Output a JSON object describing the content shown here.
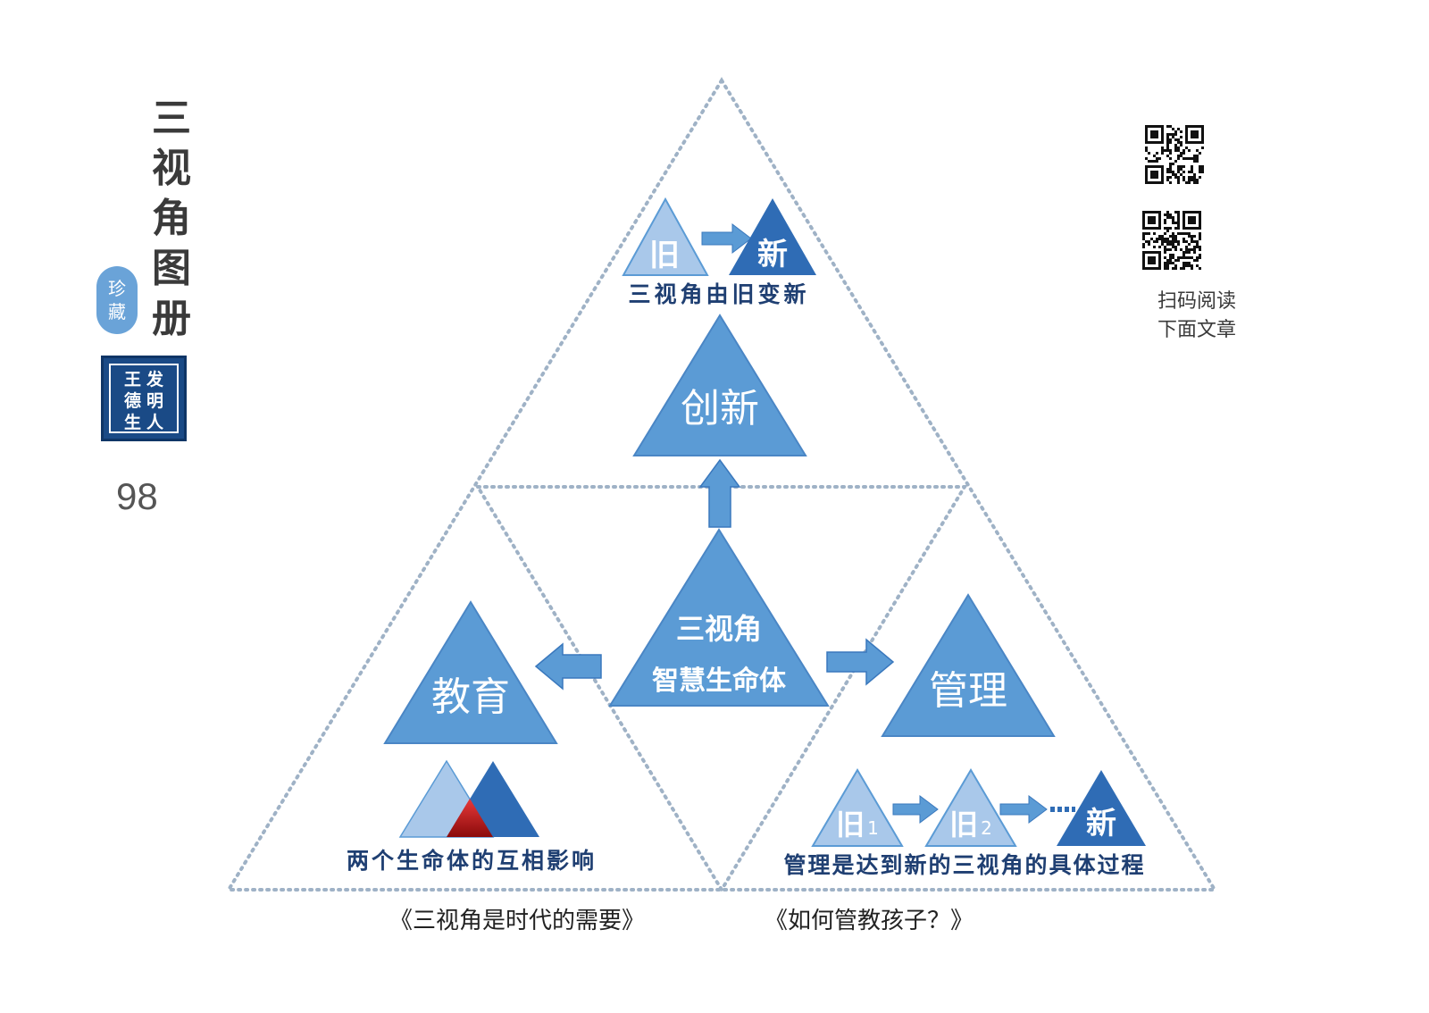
{
  "sidebar": {
    "title_chars": [
      "三",
      "视",
      "角",
      "图",
      "册"
    ],
    "stamp_chars": [
      "珍",
      "藏"
    ],
    "seal_columns": [
      [
        "发",
        "明",
        "人"
      ],
      [
        "王",
        "德",
        "生"
      ]
    ],
    "page_number": "98"
  },
  "qr_caption": {
    "line1": "扫码阅读",
    "line2": "下面文章"
  },
  "diagram": {
    "top": {
      "old": "旧",
      "new": "新",
      "caption": "三视角由旧变新",
      "main": "创新"
    },
    "center": {
      "line1": "三视角",
      "line2": "智慧生命体"
    },
    "left": {
      "main": "教育",
      "caption": "两个生命体的互相影响"
    },
    "right": {
      "main": "管理",
      "old1": "旧",
      "num1": "1",
      "old2": "旧",
      "num2": "2",
      "new": "新",
      "caption": "管理是达到新的三视角的具体过程"
    }
  },
  "captions": {
    "left": "《三视角是时代的需要》",
    "right": "《如何管教孩子？》"
  },
  "colors": {
    "main_blue": "#5b9bd5",
    "dark_blue": "#2f6cb5",
    "light_blue": "#a9c8ea",
    "text_navy": "#1f3f72",
    "dotted": "#9fb2c6",
    "red": "#cc1111"
  }
}
